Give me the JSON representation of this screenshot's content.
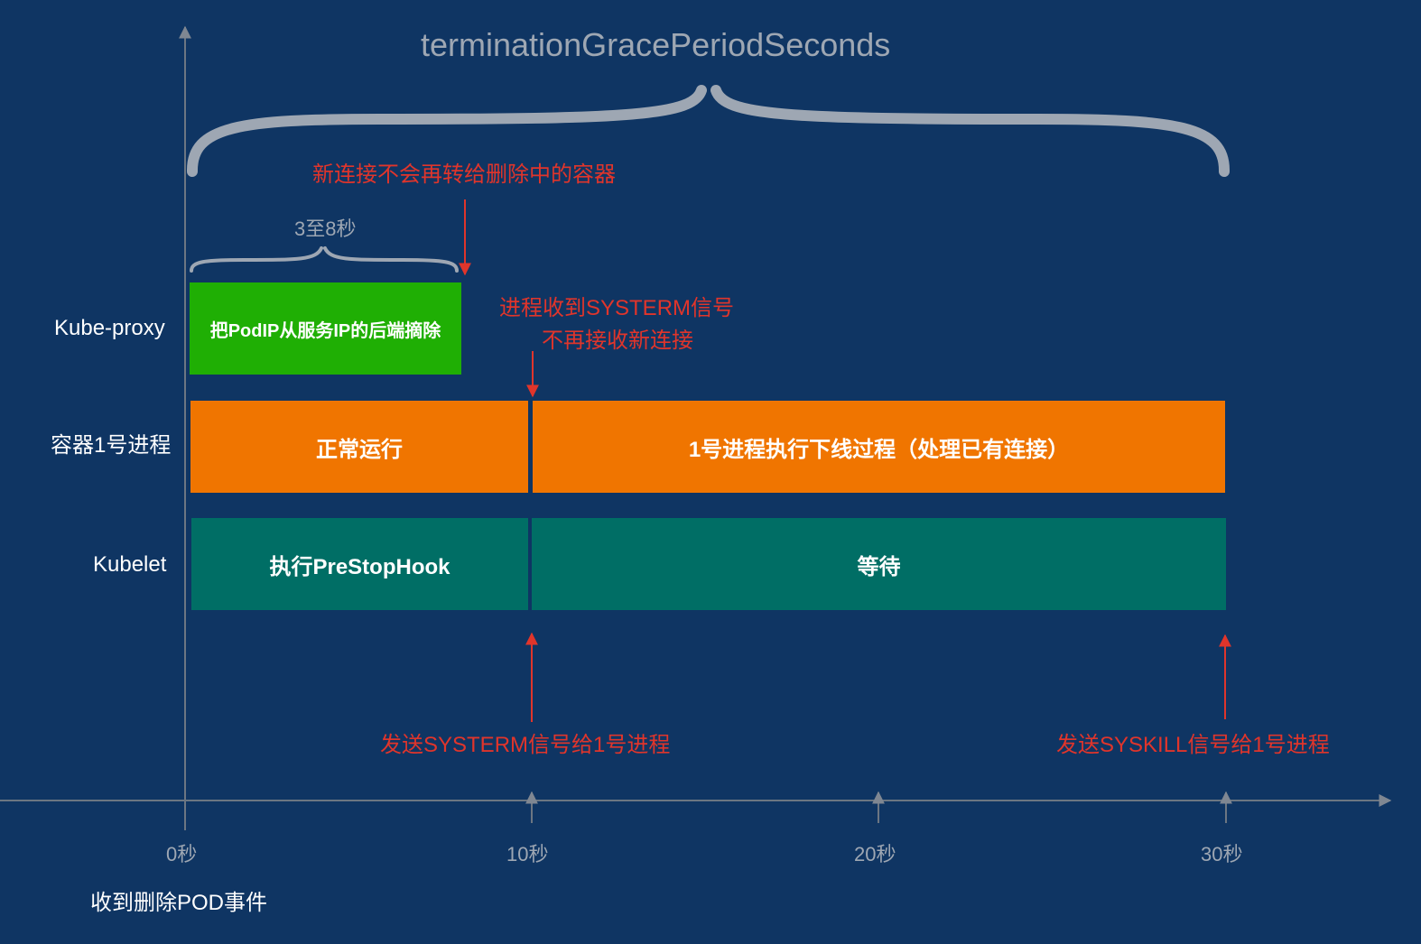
{
  "diagram": {
    "title": "terminationGracePeriodSeconds",
    "note_new_connections": "新连接不会再转给删除中的容器",
    "note_3_to_8": "3至8秒",
    "note_process_received_line1": "进程收到SYSTERM信号",
    "note_process_received_line2": "不再接收新连接",
    "note_send_systerm": "发送SYSTERM信号给1号进程",
    "note_send_syskill": "发送SYSKILL信号给1号进程",
    "event_label": "收到删除POD事件",
    "rows": {
      "kube_proxy": {
        "label": "Kube-proxy",
        "box_text": "把PodIP从服务IP的后端摘除"
      },
      "container": {
        "label": "容器1号进程",
        "box1_text": "正常运行",
        "box2_text": "1号进程执行下线过程（处理已有连接）"
      },
      "kubelet": {
        "label": "Kubelet",
        "box1_text": "执行PreStopHook",
        "box2_text": "等待"
      }
    },
    "axis_ticks": [
      "0秒",
      "10秒",
      "20秒",
      "30秒"
    ],
    "colors": {
      "background": "#0f3563",
      "green": "#1faf04",
      "orange": "#f07500",
      "teal": "#006e65",
      "red": "#e0352b",
      "gray": "#9ea7b3"
    }
  }
}
